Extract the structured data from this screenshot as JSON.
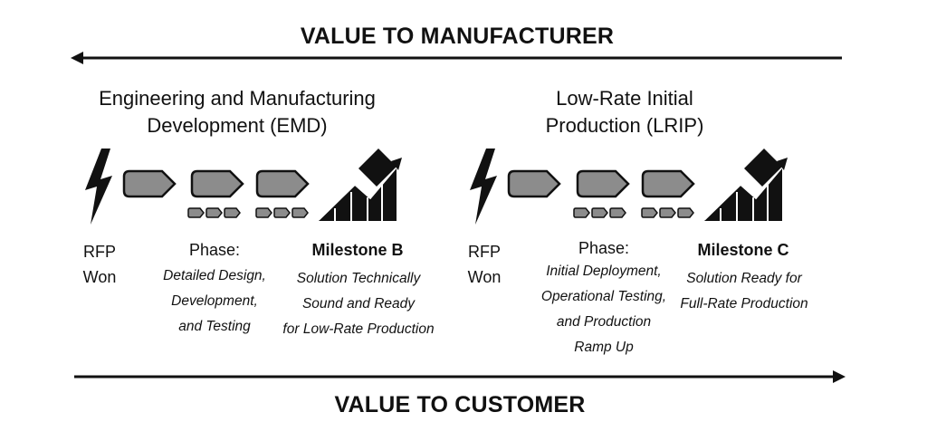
{
  "top_label": "VALUE TO MANUFACTURER",
  "bottom_label": "VALUE TO CUSTOMER",
  "stages": [
    {
      "heading": [
        "Engineering and Manufacturing",
        "Development (EMD)"
      ],
      "start": [
        "RFP",
        "Won"
      ],
      "phase_label": "Phase:",
      "phase_lines": [
        "Detailed Design,",
        "Development,",
        "and Testing"
      ],
      "milestone": "Milestone B",
      "milestone_lines": [
        "Solution Technically",
        "Sound and Ready",
        "for Low-Rate Production"
      ]
    },
    {
      "heading": [
        "Low-Rate Initial",
        "Production (LRIP)"
      ],
      "start": [
        "RFP",
        "Won"
      ],
      "phase_label": "Phase:",
      "phase_lines": [
        "Initial Deployment,",
        "Operational Testing,",
        "and Production",
        "Ramp Up"
      ],
      "milestone": "Milestone C",
      "milestone_lines": [
        "Solution Ready for",
        "Full-Rate Production"
      ]
    }
  ],
  "colors": {
    "ink": "#111111",
    "chevron_fill": "#8c8c8c"
  }
}
